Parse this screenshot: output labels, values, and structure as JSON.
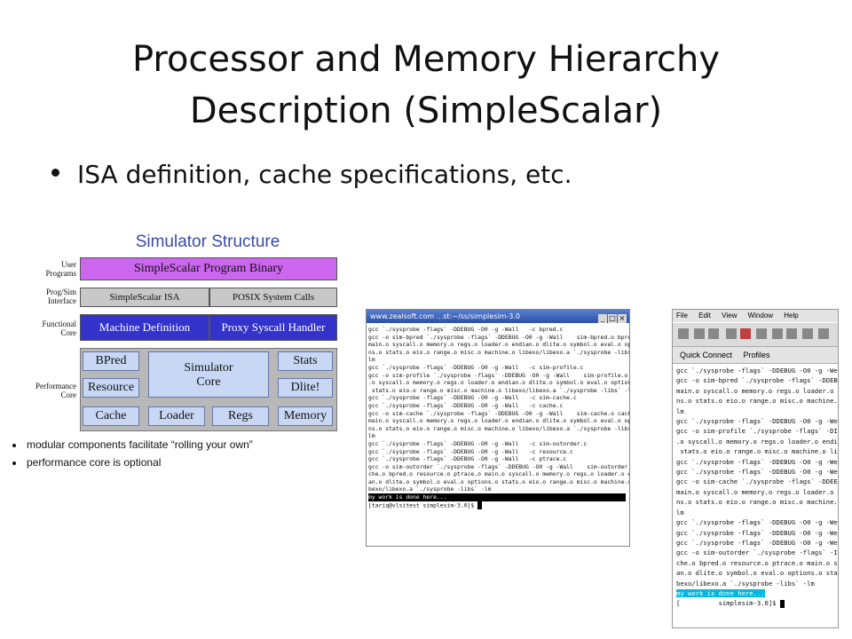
{
  "slide": {
    "title_line1": "Processor and Memory Hierarchy",
    "title_line2": "Description (SimpleScalar)",
    "bullet": "ISA definition, cache specifications, etc."
  },
  "figure": {
    "title": "Simulator Structure",
    "side_labels": {
      "user": "User\nPrograms",
      "prog": "Prog/Sim\nInterface",
      "func": "Functional\nCore",
      "perf": "Performance\nCore"
    },
    "binary": "SimpleScalar Program Binary",
    "isa": "SimpleScalar ISA",
    "posix": "POSIX System Calls",
    "machine": "Machine Definition",
    "syscall": "Proxy Syscall Handler",
    "bpred": "BPred",
    "resource": "Resource",
    "sim_core_1": "Simulator",
    "sim_core_2": "Core",
    "stats": "Stats",
    "dlite": "Dlite!",
    "cache": "Cache",
    "loader": "Loader",
    "regs": "Regs",
    "memory": "Memory",
    "note1": "modular components facilitate “rolling your own”",
    "note2": "performance core is optional"
  },
  "term1": {
    "title": "www.zealsoft.com  ...st:~/ss/simplesim-3.0",
    "lines": [
      "gcc `./sysprobe -flags` -DDEBUG -O0 -g -Wall   -c bpred.c",
      "gcc -o sim-bpred `./sysprobe -flags` -DDEBUG -O0 -g -Wall    sim-bpred.o bpred.o",
      "main.o syscall.o memory.o regs.o loader.o endian.o dlite.o symbol.o eval.o optio",
      "ns.o stats.o eio.o range.o misc.o machine.o libexo/libexo.a `./sysprobe -libs` -",
      "lm",
      "gcc `./sysprobe -flags` -DDEBUG -O0 -g -Wall   -c sim-profile.c",
      "gcc -o sim-profile `./sysprobe -flags` -DDEBUG -O0 -g -Wall    sim-profile.o main",
      ".o syscall.o memory.o regs.o loader.o endian.o dlite.o symbol.o eval.o options.o",
      " stats.o eio.o range.o misc.o machine.o libexo/libexo.a `./sysprobe -libs` -lm",
      "gcc `./sysprobe -flags` -DDEBUG -O0 -g -Wall   -c sim-cache.c",
      "gcc `./sysprobe -flags` -DDEBUG -O0 -g -Wall   -c cache.c",
      "gcc -o sim-cache `./sysprobe -flags` -DDEBUG -O0 -g -Wall    sim-cache.o cache.o",
      "main.o syscall.o memory.o regs.o loader.o endian.o dlite.o symbol.o eval.o optio",
      "ns.o stats.o eio.o range.o misc.o machine.o libexo/libexo.a `./sysprobe -libs` -",
      "lm",
      "gcc `./sysprobe -flags` -DDEBUG -O0 -g -Wall   -c sim-outorder.c",
      "gcc `./sysprobe -flags` -DDEBUG -O0 -g -Wall   -c resource.c",
      "gcc `./sysprobe -flags` -DDEBUG -O0 -g -Wall   -c ptrace.c",
      "gcc -o sim-outorder `./sysprobe -flags` -DDEBUG -O0 -g -Wall    sim-outorder.o ca",
      "che.o bpred.o resource.o ptrace.o main.o syscall.o memory.o regs.o loader.o endi",
      "an.o dlite.o symbol.o eval.o options.o stats.o eio.o range.o misc.o machine.o li",
      "bexo/libexo.a `./sysprobe -libs` -lm"
    ],
    "done": "my work is done here...",
    "prompt": "[tariq@vlsitest simplesim-3.0]$ "
  },
  "term2": {
    "menu": [
      "File",
      "Edit",
      "View",
      "Window",
      "Help"
    ],
    "quick_connect": "Quick Connect",
    "profiles": "Profiles",
    "lines": [
      "gcc `./sysprobe -flags` -DDEBUG -O0 -g -We",
      "gcc -o sim-bpred `./sysprobe -flags` -DDEB",
      "main.o syscall.o memory.o regs.o loader.o",
      "ns.o stats.o eio.o range.o misc.o machine.",
      "lm",
      "gcc `./sysprobe -flags` -DDEBUG -O0 -g -We",
      "gcc -o sim-profile `./sysprobe -flags` -DI",
      ".o syscall.o memory.o regs.o loader.o endi",
      " stats.o eio.o range.o misc.o machine.o li",
      "gcc `./sysprobe -flags` -DDEBUG -O0 -g -We",
      "gcc `./sysprobe -flags` -DDEBUG -O0 -g -We",
      "gcc -o sim-cache `./sysprobe -flags` -DDEE",
      "main.o syscall.o memory.o regs.o loader.o",
      "ns.o stats.o eio.o range.o misc.o machine.",
      "lm",
      "gcc `./sysprobe -flags` -DDEBUG -O0 -g -We",
      "gcc `./sysprobe -flags` -DDEBUG -O0 -g -We",
      "gcc `./sysprobe -flags` -DDEBUG -O0 -g -We",
      "gcc -o sim-outorder `./sysprobe -flags` -I",
      "che.o bpred.o resource.o ptrace.o main.o s",
      "an.o dlite.o symbol.o eval.o options.o sta",
      "bexo/libexo.a `./sysprobe -libs` -lm"
    ],
    "done": "my work is done here...",
    "prompt": "[          simplesim-3.0]$ "
  },
  "colors": {
    "purple": "#cc66ee",
    "blue": "#3333cc",
    "cyan": "#00b8e0"
  }
}
